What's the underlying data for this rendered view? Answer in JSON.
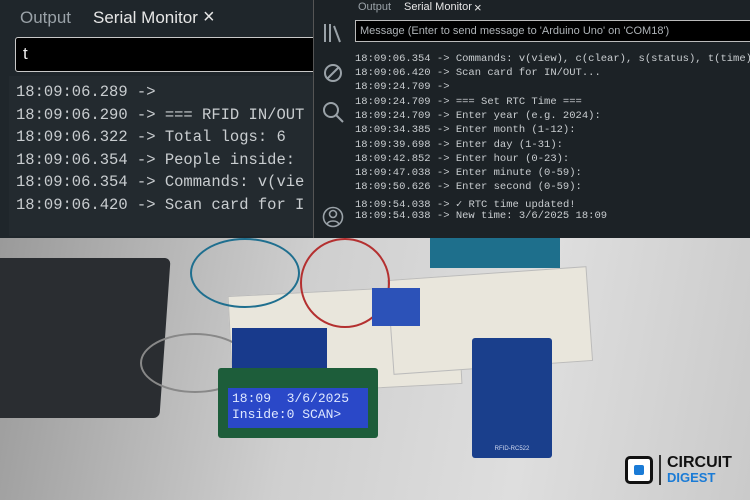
{
  "left_panel": {
    "tabs": [
      {
        "label": "Output"
      },
      {
        "label": "Serial Monitor"
      }
    ],
    "close_icon": "×",
    "input_value": "t",
    "log": [
      "18:09:06.289 ->",
      "18:09:06.290 -> === RFID IN/OUT",
      "18:09:06.322 -> Total logs: 6",
      "18:09:06.354 -> People inside:",
      "18:09:06.354 -> Commands: v(vie",
      "18:09:06.420 -> Scan card for I"
    ]
  },
  "right_panel": {
    "tabs": [
      {
        "label": "Output"
      },
      {
        "label": "Serial Monitor"
      }
    ],
    "close_icon": "×",
    "sidebar_icons": [
      "library-icon",
      "debug-icon",
      "search-icon",
      "account-icon"
    ],
    "input_placeholder": "Message (Enter to send message to 'Arduino Uno' on 'COM18')",
    "log": [
      "18:09:06.354 -> Commands: v(view), c(clear), s(status), t(time)",
      "18:09:06.420 -> Scan card for IN/OUT...",
      "18:09:24.709 ->",
      "18:09:24.709 -> === Set RTC Time ===",
      "18:09:24.709 -> Enter year (e.g. 2024):",
      "18:09:34.385 -> Enter month (1-12):",
      "18:09:39.698 -> Enter day (1-31):",
      "18:09:42.852 -> Enter hour (0-23):",
      "18:09:47.038 -> Enter minute (0-59):",
      "18:09:50.626 -> Enter second (0-59):",
      "18:09:54.038 -> ✓ RTC time updated!",
      "18:09:54.038 -> New time: 3/6/2025 18:09"
    ]
  },
  "photo": {
    "lcd_line1": "18:09  3/6/2025",
    "lcd_line2": "Inside:0 SCAN>",
    "rfid_label": "RFID-RC522",
    "logo_line1": "CIRCUIT",
    "logo_line2": "DIGEST",
    "lcd_color": "#2a48c8"
  }
}
